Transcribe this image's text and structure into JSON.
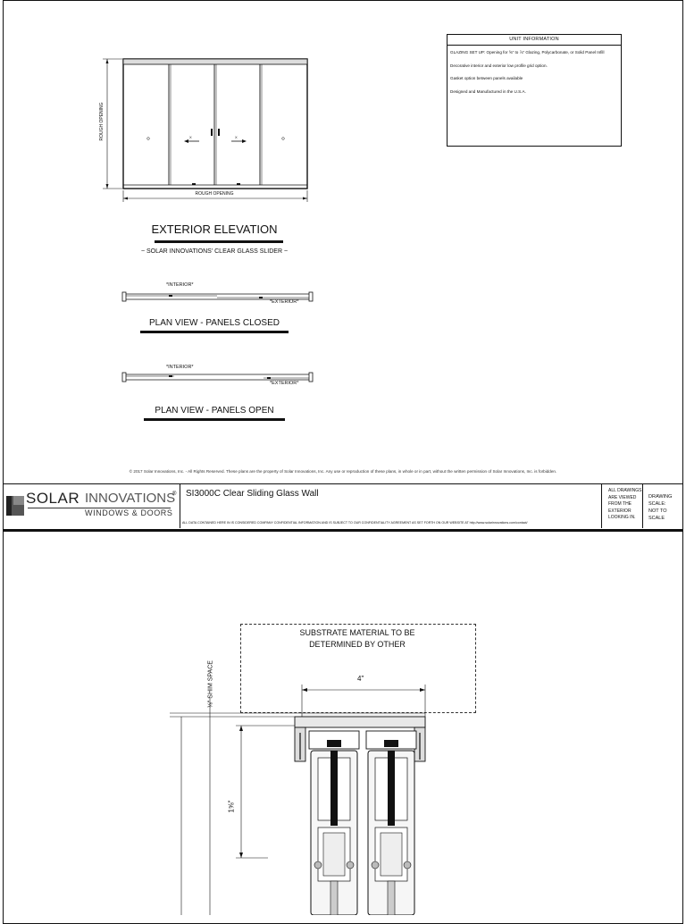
{
  "unit_info": {
    "header": "UNIT  INFORMATION",
    "lines": [
      "GLAZING SET UP: Opening for ⅝\" to ⅞\" Glazing, Polycarbonate, or Solid Panel Infill",
      "Decorative interior and exterior low profile grid option.",
      "Gasket option between panels available",
      "Designed and Manufactured in the U.S.A."
    ]
  },
  "elevation": {
    "rough_opening_v": "ROUGH OPENING",
    "rough_opening_h": "ROUGH OPENING",
    "title": "EXTERIOR ELEVATION",
    "subtitle": "~ SOLAR INNOVATIONS' CLEAR GLASS SLIDER ~",
    "panel_mark_left": "X",
    "panel_mark_right": "X"
  },
  "plan_closed": {
    "interior": "*INTERIOR*",
    "exterior": "*EXTERIOR*",
    "title": "PLAN VIEW - PANELS CLOSED"
  },
  "plan_open": {
    "interior": "*INTERIOR*",
    "exterior": "*EXTERIOR*",
    "title": "PLAN VIEW - PANELS OPEN"
  },
  "copyright": "© 2017 Solar Innovations, Inc. - All Rights Reserved. These plans are the property of Solar Innovations, Inc. Any use or reproduction of these plans, in whole or in part, without the written permission of Solar Innovations, Inc. is forbidden.",
  "title_block": {
    "logo_word1": "SOLAR",
    "logo_word2": "INNOVATIONS",
    "logo_tagline": "WINDOWS & DOORS",
    "registered": "®",
    "product": "SI3000C Clear Sliding Glass Wall",
    "confidential": "ALL DATA CONTAINED HERE IN IS CONSIDERED COMPANY CONFIDENTIAL INFORMATION AND IS SUBJECT TO OUR CONFIDENTIALITY AGREEMENT AS SET FORTH ON OUR WEBSITE AT http://www.solarinnovations.com/contact/",
    "viewed_lines": [
      "ALL DRAWINGS",
      "ARE VIEWED",
      "FROM THE",
      "EXTERIOR",
      "LOOKING IN."
    ],
    "scale_lines": [
      "DRAWING",
      "SCALE:",
      "NOT TO SCALE"
    ]
  },
  "detail": {
    "substrate_line1": "SUBSTRATE MATERIAL TO BE",
    "substrate_line2": "DETERMINED BY OTHER",
    "width_dim": "4\"",
    "shim": "⅛\" SHIM SPACE",
    "height_dim": "1⅝\""
  }
}
